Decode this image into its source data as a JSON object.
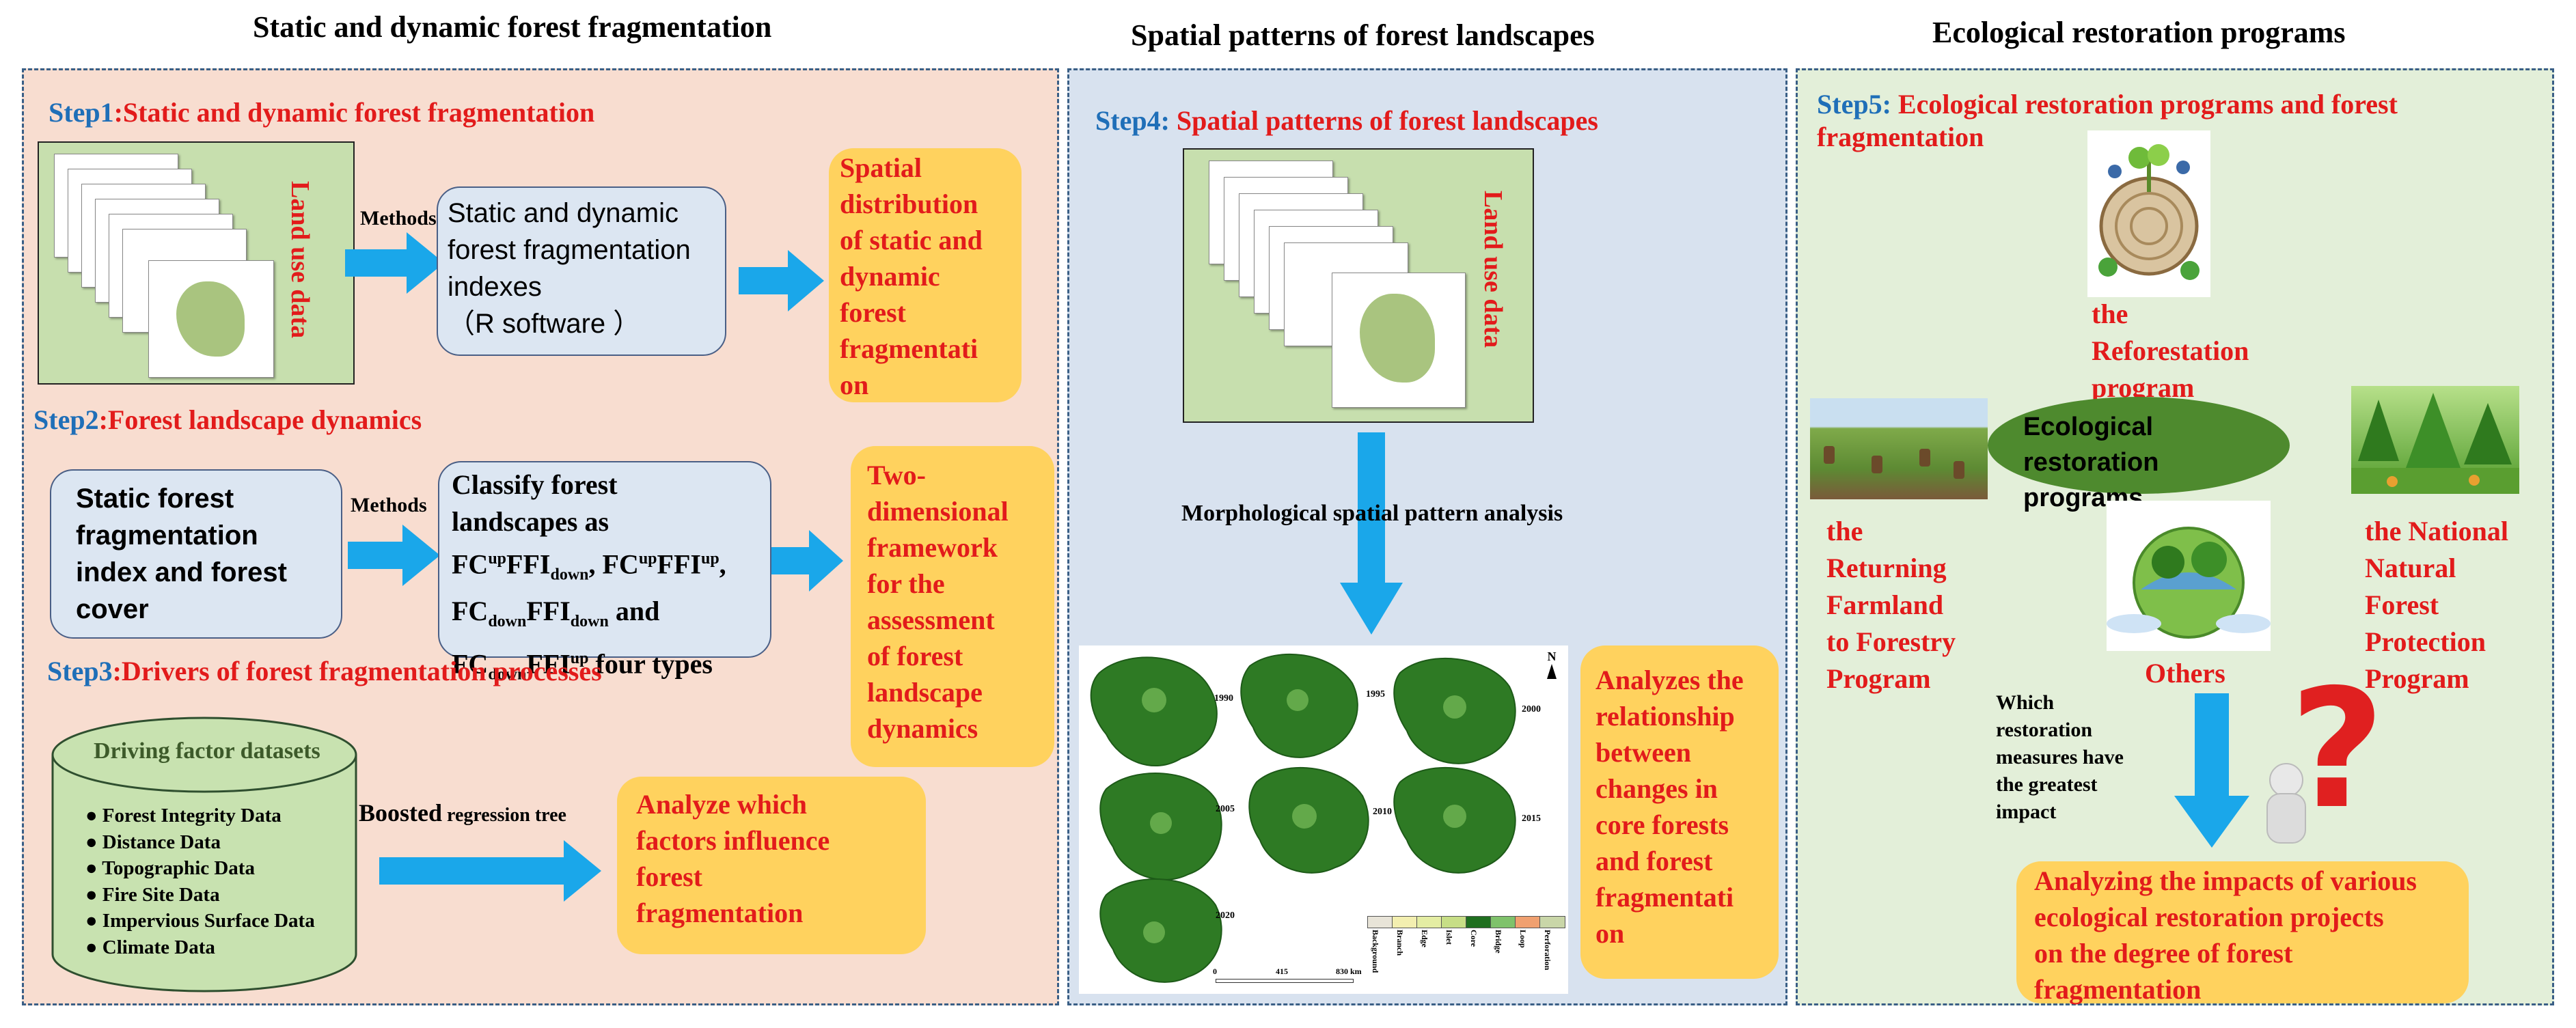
{
  "headers": {
    "col1": "Static and dynamic forest fragmentation",
    "col2": "Spatial patterns of forest landscapes",
    "col3": "Ecological restoration programs"
  },
  "step1": {
    "num": "Step1",
    "sep": ":",
    "text": "Static and dynamic forest fragmentation",
    "land_use": "Land use data",
    "methods": "Methods",
    "indexes_lines": [
      "Static and dynamic",
      "forest fragmentation",
      "indexes",
      "（R software ）"
    ],
    "output_lines": [
      "Spatial",
      "distribution",
      "of static and",
      "dynamic",
      "forest",
      "fragmentati",
      "on"
    ]
  },
  "step2": {
    "num": "Step2",
    "sep": ":",
    "text": "Forest landscape dynamics",
    "input_lines": [
      "Static forest",
      "fragmentation",
      "index and forest",
      "cover"
    ],
    "methods": "Methods",
    "classify_l1": "Classify forest",
    "classify_l2": "landscapes as",
    "fc": "FC",
    "ffi": "FFI",
    "up": "up",
    "down": "down",
    "comma": ",",
    "and": " and",
    "four_types": " four types",
    "output_lines": [
      "Two-",
      "dimensional",
      "framework",
      "for the",
      "assessment",
      "of forest",
      "landscape",
      "dynamics"
    ]
  },
  "step3": {
    "num": "Step3",
    "sep": ":",
    "text": "Drivers of forest fragmentation processes",
    "datasets_title": "Driving factor datasets",
    "datasets": [
      "Forest Integrity Data",
      "Distance Data",
      "Topographic Data",
      "Fire Site Data",
      "Impervious Surface Data",
      "Climate Data"
    ],
    "brt_big": "Boosted",
    "brt_small": " regression",
    "brt_end": " tree",
    "output_lines": [
      "Analyze which",
      "factors influence",
      "forest",
      "fragmentation"
    ]
  },
  "step4": {
    "num": "Step4",
    "sep": ":",
    "text": "Spatial patterns of forest landscapes",
    "land_use": "Land use data",
    "mspa": "Morphological spatial pattern analysis",
    "years": [
      "1990",
      "1995",
      "2000",
      "2005",
      "2010",
      "2015",
      "2020"
    ],
    "legend": [
      "Background",
      "Branch",
      "Edge",
      "Islet",
      "Core",
      "Bridge",
      "Loop",
      "Perforation"
    ],
    "legend_colors": [
      "#e8e4d8",
      "#f3efb0",
      "#e4eda3",
      "#c7de86",
      "#1f6f1f",
      "#7fc26b",
      "#f0a070",
      "#c9d6a8"
    ],
    "scale": [
      "0",
      "415",
      "830 km"
    ],
    "north": "N",
    "output_lines": [
      "Analyzes the",
      "relationship",
      "between",
      "changes in",
      "core forests",
      "and forest",
      "fragmentati",
      "on"
    ]
  },
  "step5": {
    "num": "Step5",
    "sep": ":",
    "text_l1": "Ecological restoration programs and forest",
    "text_l2": "fragmentation",
    "reforest_lines": [
      "the",
      "Reforestation",
      "program"
    ],
    "center_lines": [
      "Ecological restoration",
      "programs"
    ],
    "farmland_lines": [
      "the",
      "Returning",
      "Farmland",
      "to Forestry",
      "Program"
    ],
    "nfp_lines": [
      "the National",
      "Natural",
      "Forest",
      "Protection",
      "Program"
    ],
    "others": "Others",
    "question_lines": [
      "Which",
      "restoration",
      "measures have",
      "the greatest",
      "impact"
    ],
    "output_lines": [
      "Analyzing the impacts of various",
      "ecological restoration projects",
      "on the degree of forest",
      "fragmentation"
    ]
  },
  "colors": {
    "panel1": "#f8ddd0",
    "panel2": "#d8e2ef",
    "panel3": "#e3efd9",
    "arrow": "#1aa7ea",
    "accent_red": "#e21b1b",
    "step_blue": "#1f6fb8",
    "orange": "#ffd25e"
  }
}
